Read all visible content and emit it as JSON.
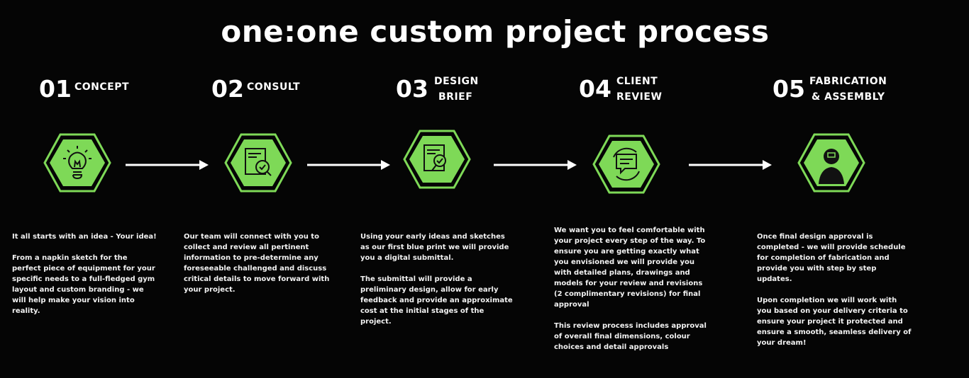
{
  "title": "one:one  custom project process",
  "accent": "#7ed957",
  "steps": [
    {
      "num": "01",
      "label1": "CONCEPT",
      "label2": "",
      "icon": "lightbulb-icon",
      "p1": "It all starts with an idea  - Your idea!",
      "p2": "From a napkin sketch for the perfect piece of equipment for your specific needs to a full-fledged gym layout and custom branding - we will help make your vision into reality."
    },
    {
      "num": "02",
      "label1": "CONSULT",
      "label2": "",
      "icon": "document-review-icon",
      "p1": "Our team will connect with you to collect and review all pertinent information to pre-determine any foreseeable challenged and discuss critical details to move forward with your project.",
      "p2": ""
    },
    {
      "num": "03",
      "label1": "DESIGN",
      "label2": "BRIEF",
      "icon": "document-search-icon",
      "p1": "Using your early ideas and sketches as our first blue print we will provide you a digital submittal.",
      "p2": "The submittal will provide a preliminary design, allow for early feedback and provide an approximate cost at the initial stages of the project."
    },
    {
      "num": "04",
      "label1": "CLIENT",
      "label2": "REVIEW",
      "icon": "chat-review-icon",
      "p1": "We want you to feel comfortable with your project every step of the way. To ensure you are getting exactly what you envisioned we will provide you with detailed plans, drawings and models for your review and revisions (2 complimentary revisions) for final approval",
      "p2": "This review process includes approval of overall final dimensions, colour choices and detail approvals"
    },
    {
      "num": "05",
      "label1": "FABRICATION",
      "label2": "& ASSEMBLY",
      "icon": "welder-icon",
      "p1": "Once final design approval is completed - we will provide schedule for completion of fabrication and provide you with step by step updates.",
      "p2": "Upon completion we will work with you based on your delivery criteria to ensure your project it protected and ensure a smooth, seamless delivery of your dream!"
    }
  ]
}
